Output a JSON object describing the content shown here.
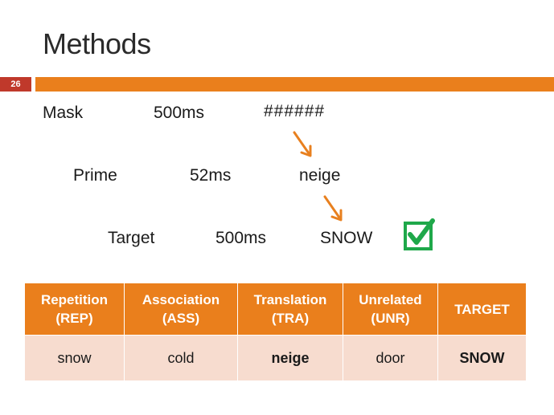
{
  "slide": {
    "title": "Methods",
    "page_number": "26"
  },
  "sequence": {
    "mask": {
      "label": "Mask",
      "duration": "500ms",
      "stimulus": "######"
    },
    "prime": {
      "label": "Prime",
      "duration": "52ms",
      "stimulus": "neige"
    },
    "target": {
      "label": "Target",
      "duration": "500ms",
      "stimulus": "SNOW"
    }
  },
  "table": {
    "headers": [
      {
        "line1": "Repetition",
        "line2": "(REP)"
      },
      {
        "line1": "Association",
        "line2": "(ASS)"
      },
      {
        "line1": "Translation",
        "line2": "(TRA)"
      },
      {
        "line1": "Unrelated",
        "line2": "(UNR)"
      },
      {
        "line1": "TARGET",
        "line2": ""
      }
    ],
    "row": [
      "snow",
      "cold",
      "neige",
      "door",
      "SNOW"
    ]
  },
  "colors": {
    "accent_orange": "#ea7f1c",
    "page_badge": "#c0392b",
    "cell_fill": "#f7dccf",
    "check_green": "#1fa84a",
    "arrow_orange": "#e8801f"
  },
  "icons": {
    "arrow": "arrow-down-right-icon",
    "check": "checkbox-checked-icon"
  }
}
